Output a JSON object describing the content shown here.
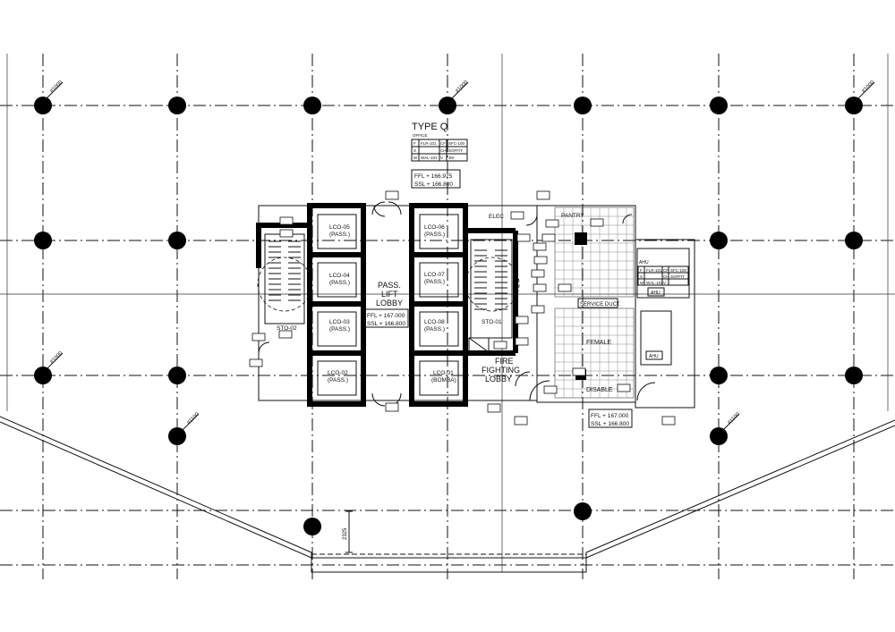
{
  "drawing": {
    "room_type_title": "TYPE Q",
    "room_type_subtitle": "OFFICE",
    "finish_table_main": [
      [
        "F",
        "FLR-101",
        "CF",
        "SFC-100"
      ],
      [
        "S",
        "",
        "CH",
        "SOFFIT"
      ],
      [
        "W",
        "WAL-101",
        "V",
        "JM"
      ]
    ],
    "finish_table_ahu": [
      [
        "F",
        "FLR-101",
        "CF",
        "SFC-100"
      ],
      [
        "S",
        "",
        "CH",
        "SOFFIT"
      ],
      [
        "W",
        "WAL-101",
        "V",
        ""
      ]
    ],
    "ahu_label": "AHU",
    "levels_top": {
      "ffl": "FFL + 166.975",
      "ssl": "SSL + 166.800"
    },
    "levels_lobby": {
      "ffl": "FFL + 167.000",
      "ssl": "SSL + 166.800"
    },
    "levels_service": {
      "ffl": "FFL + 167.000",
      "ssl": "SSL + 166.800"
    },
    "lifts_left": [
      {
        "id": "LCO-05",
        "type": "(PASS.)"
      },
      {
        "id": "LCO-04",
        "type": "(PASS.)"
      },
      {
        "id": "LCO-03",
        "type": "(PASS.)"
      },
      {
        "id": "LCO-02",
        "type": "(PASS.)"
      }
    ],
    "lifts_right": [
      {
        "id": "LCO-06",
        "type": "(PASS.)"
      },
      {
        "id": "LCO-07",
        "type": "(PASS.)"
      },
      {
        "id": "LCO-08",
        "type": "(PASS.)"
      },
      {
        "id": "LCO-01",
        "type": "(BOMBA)"
      }
    ],
    "pass_lobby": [
      "PASS.",
      "LIFT",
      "LOBBY"
    ],
    "fire_lobby": [
      "FIRE",
      "FIGHTING",
      "LOBBY"
    ],
    "stair_left": "STO-02",
    "stair_right": "STO-01",
    "rooms": {
      "pantry": "PANTRY",
      "elec": "ELEC",
      "service_duct": "SERVICE DUCT.",
      "female": "FEMALE",
      "disable": "DISABLE",
      "ahu_room": "AHU"
    },
    "grid_tags": {
      "top_left": "#1000",
      "top_mid": "#1000",
      "top_right": "#1000",
      "mid_left": "#1000",
      "low_left": "#1100",
      "low_right": "#1100"
    },
    "dimension": "2325"
  }
}
